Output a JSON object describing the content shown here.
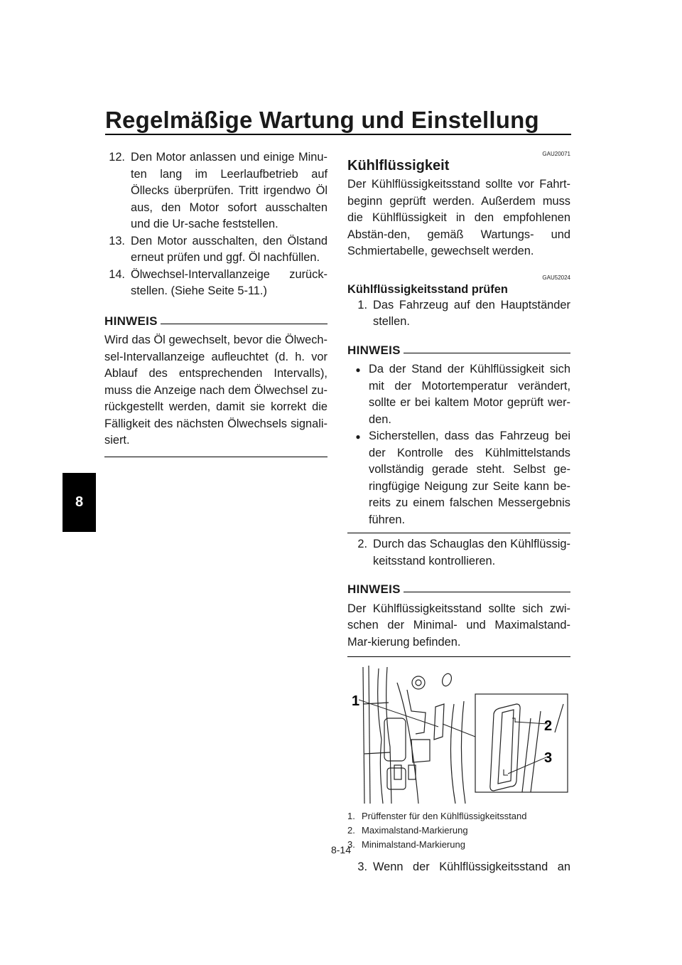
{
  "header": {
    "title": "Regelmäßige Wartung und Einstellung"
  },
  "chapter_tab": "8",
  "left_column": {
    "steps": [
      {
        "num": "12.",
        "text": "Den Motor anlassen und einige Minu-ten lang im Leerlaufbetrieb auf Öllecks überprüfen. Tritt irgendwo Öl aus, den Motor sofort ausschalten und die Ur-sache feststellen."
      },
      {
        "num": "13.",
        "text": "Den Motor ausschalten, den Ölstand erneut prüfen und ggf. Öl nachfüllen."
      },
      {
        "num": "14.",
        "text": "Ölwechsel-Intervallanzeige zurück-stellen. (Siehe Seite 5-11.)"
      }
    ],
    "note_label": "HINWEIS",
    "note_text": "Wird das Öl gewechselt, bevor die Ölwech-sel-Intervallanzeige aufleuchtet (d. h. vor Ablauf des entsprechenden Intervalls), muss die Anzeige nach dem Ölwechsel zu-rückgestellt werden, damit sie korrekt die Fälligkeit des nächsten Ölwechsels signali-siert."
  },
  "right_column": {
    "code1": "GAU20071",
    "section_title": "Kühlflüssigkeit",
    "intro": "Der Kühlflüssigkeitsstand sollte vor Fahrt-beginn geprüft werden. Außerdem muss die Kühlflüssigkeit in den empfohlenen Abstän-den, gemäß Wartungs- und Schmiertabelle, gewechselt werden.",
    "code2": "GAU52024",
    "subsection_title": "Kühlflüssigkeitsstand prüfen",
    "step1": {
      "num": "1.",
      "text": "Das Fahrzeug auf den Hauptständer stellen."
    },
    "note1_label": "HINWEIS",
    "note1_bullets": [
      "Da der Stand der Kühlflüssigkeit sich mit der Motortemperatur verändert, sollte er bei kaltem Motor geprüft wer-den.",
      "Sicherstellen, dass das Fahrzeug bei der Kontrolle des Kühlmittelstands vollständig gerade steht. Selbst ge-ringfügige Neigung zur Seite kann be-reits zu einem falschen Messergebnis führen."
    ],
    "step2": {
      "num": "2.",
      "text": "Durch das Schauglas den Kühlflüssig-keitsstand kontrollieren."
    },
    "note2_label": "HINWEIS",
    "note2_text": "Der Kühlflüssigkeitsstand sollte sich zwi-schen der Minimal- und Maximalstand-Mar-kierung befinden.",
    "figure_callouts": [
      "1",
      "2",
      "3"
    ],
    "captions": [
      {
        "num": "1.",
        "text": "Prüffenster für den Kühlflüssigkeitsstand"
      },
      {
        "num": "2.",
        "text": "Maximalstand-Markierung"
      },
      {
        "num": "3.",
        "text": "Minimalstand-Markierung"
      }
    ],
    "step3": {
      "num": "3.",
      "text": "Wenn der Kühlflüssigkeitsstand an"
    }
  },
  "page_number": "8-14"
}
